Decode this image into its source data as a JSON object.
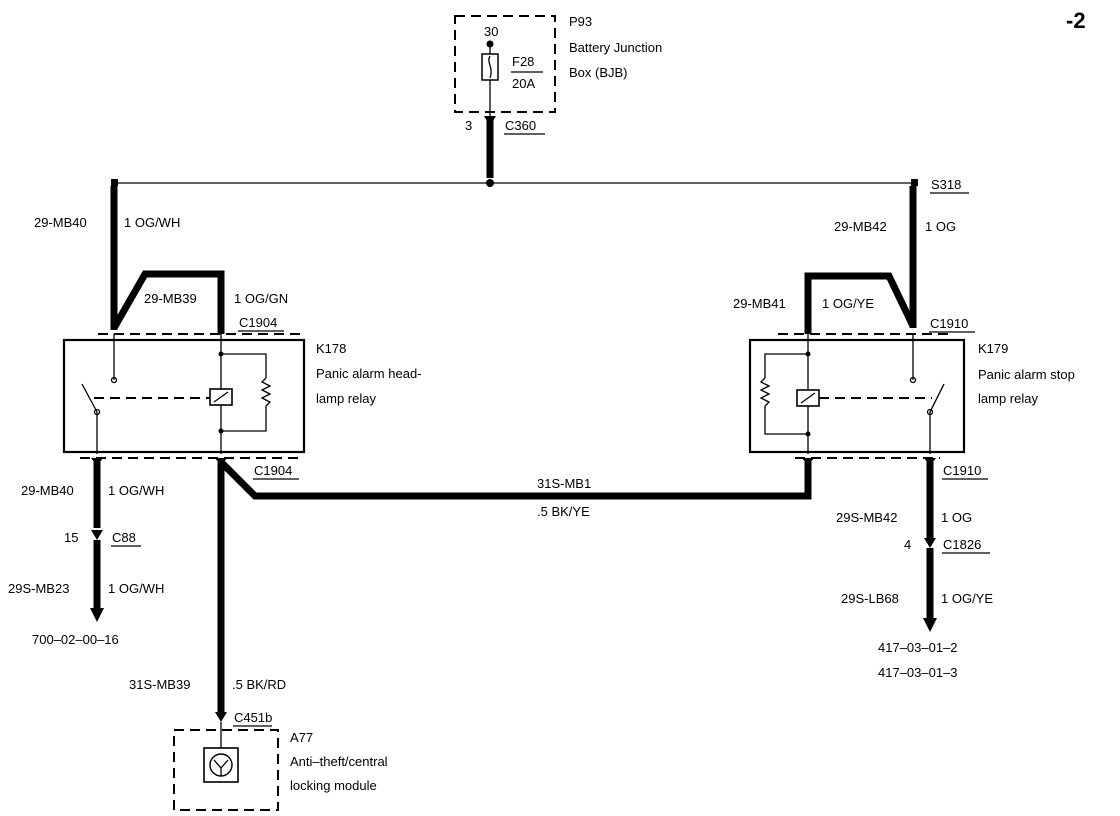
{
  "page_number": "-2",
  "bjb": {
    "id": "P93",
    "name_line1": "Battery Junction",
    "name_line2": "Box (BJB)",
    "terminal": "30",
    "fuse_id": "F28",
    "fuse_rating": "20A",
    "pin": "3",
    "connector": "C360"
  },
  "splice": "S318",
  "relay_headlamp": {
    "id": "K178",
    "name_line1": "Panic alarm head-",
    "name_line2": "lamp relay",
    "connector_top": "C1904",
    "connector_bottom": "C1904",
    "feed_wire_circuit": "29-MB40",
    "feed_wire_color": "1 OG/WH",
    "jumper_circuit": "29-MB39",
    "jumper_color": "1 OG/GN",
    "out_wire_circuit": "29-MB40",
    "out_wire_color": "1 OG/WH",
    "out_pin": "15",
    "out_connector": "C88",
    "out2_circuit": "29S-MB23",
    "out2_color": "1 OG/WH",
    "ref": "700–02–00–16"
  },
  "relay_stoplamp": {
    "id": "K179",
    "name_line1": "Panic alarm stop",
    "name_line2": "lamp relay",
    "connector_top": "C1910",
    "connector_bottom": "C1910",
    "feed_wire_circuit": "29-MB42",
    "feed_wire_color": "1 OG",
    "jumper_circuit": "29-MB41",
    "jumper_color": "1 OG/YE",
    "out_wire_circuit": "29S-MB42",
    "out_wire_color": "1 OG",
    "out_pin": "4",
    "out_connector": "C1826",
    "out2_circuit": "29S-LB68",
    "out2_color": "1 OG/YE",
    "ref1": "417–03–01–2",
    "ref2": "417–03–01–3"
  },
  "control_wire": {
    "circuit": "31S-MB1",
    "color": ".5 BK/YE"
  },
  "module_wire": {
    "circuit": "31S-MB39",
    "color": ".5 BK/RD",
    "connector": "C451b"
  },
  "module": {
    "id": "A77",
    "name_line1": "Anti–theft/central",
    "name_line2": "locking module"
  }
}
